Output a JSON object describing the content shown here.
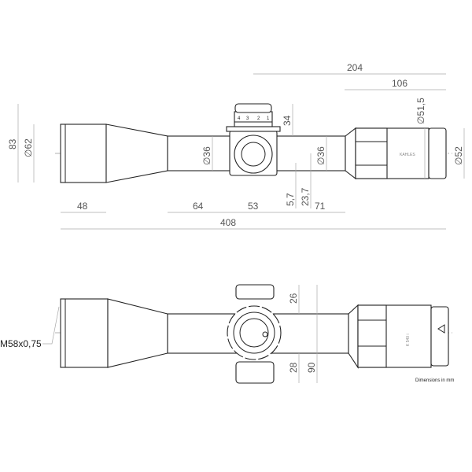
{
  "top_view": {
    "dimensions": {
      "overall_height": "83",
      "objective_diameter": "∅62",
      "objective_length": "48",
      "front_tube_length": "64",
      "turret_width": "53",
      "rear_tube_length": "71",
      "overall_length": "408",
      "turret_to_end": "204",
      "eyepiece_length": "106",
      "turret_height": "34",
      "tube_diameter_front": "∅36",
      "tube_diameter_rear": "∅36",
      "offset_small": "5,7",
      "offset_large": "23,7",
      "eyepiece_diameter": "∅51,5",
      "ocular_diameter": "∅52"
    },
    "turret_scale": [
      "4",
      "3",
      "2",
      "1"
    ],
    "brand": "KAHLES"
  },
  "bottom_view": {
    "dimensions": {
      "top_turret_height": "26",
      "bottom_turret_height": "28",
      "total_turret_height": "90"
    },
    "thread_label": "M58x0,75",
    "model": "K 540 i"
  },
  "note": "Dimensions in mm"
}
